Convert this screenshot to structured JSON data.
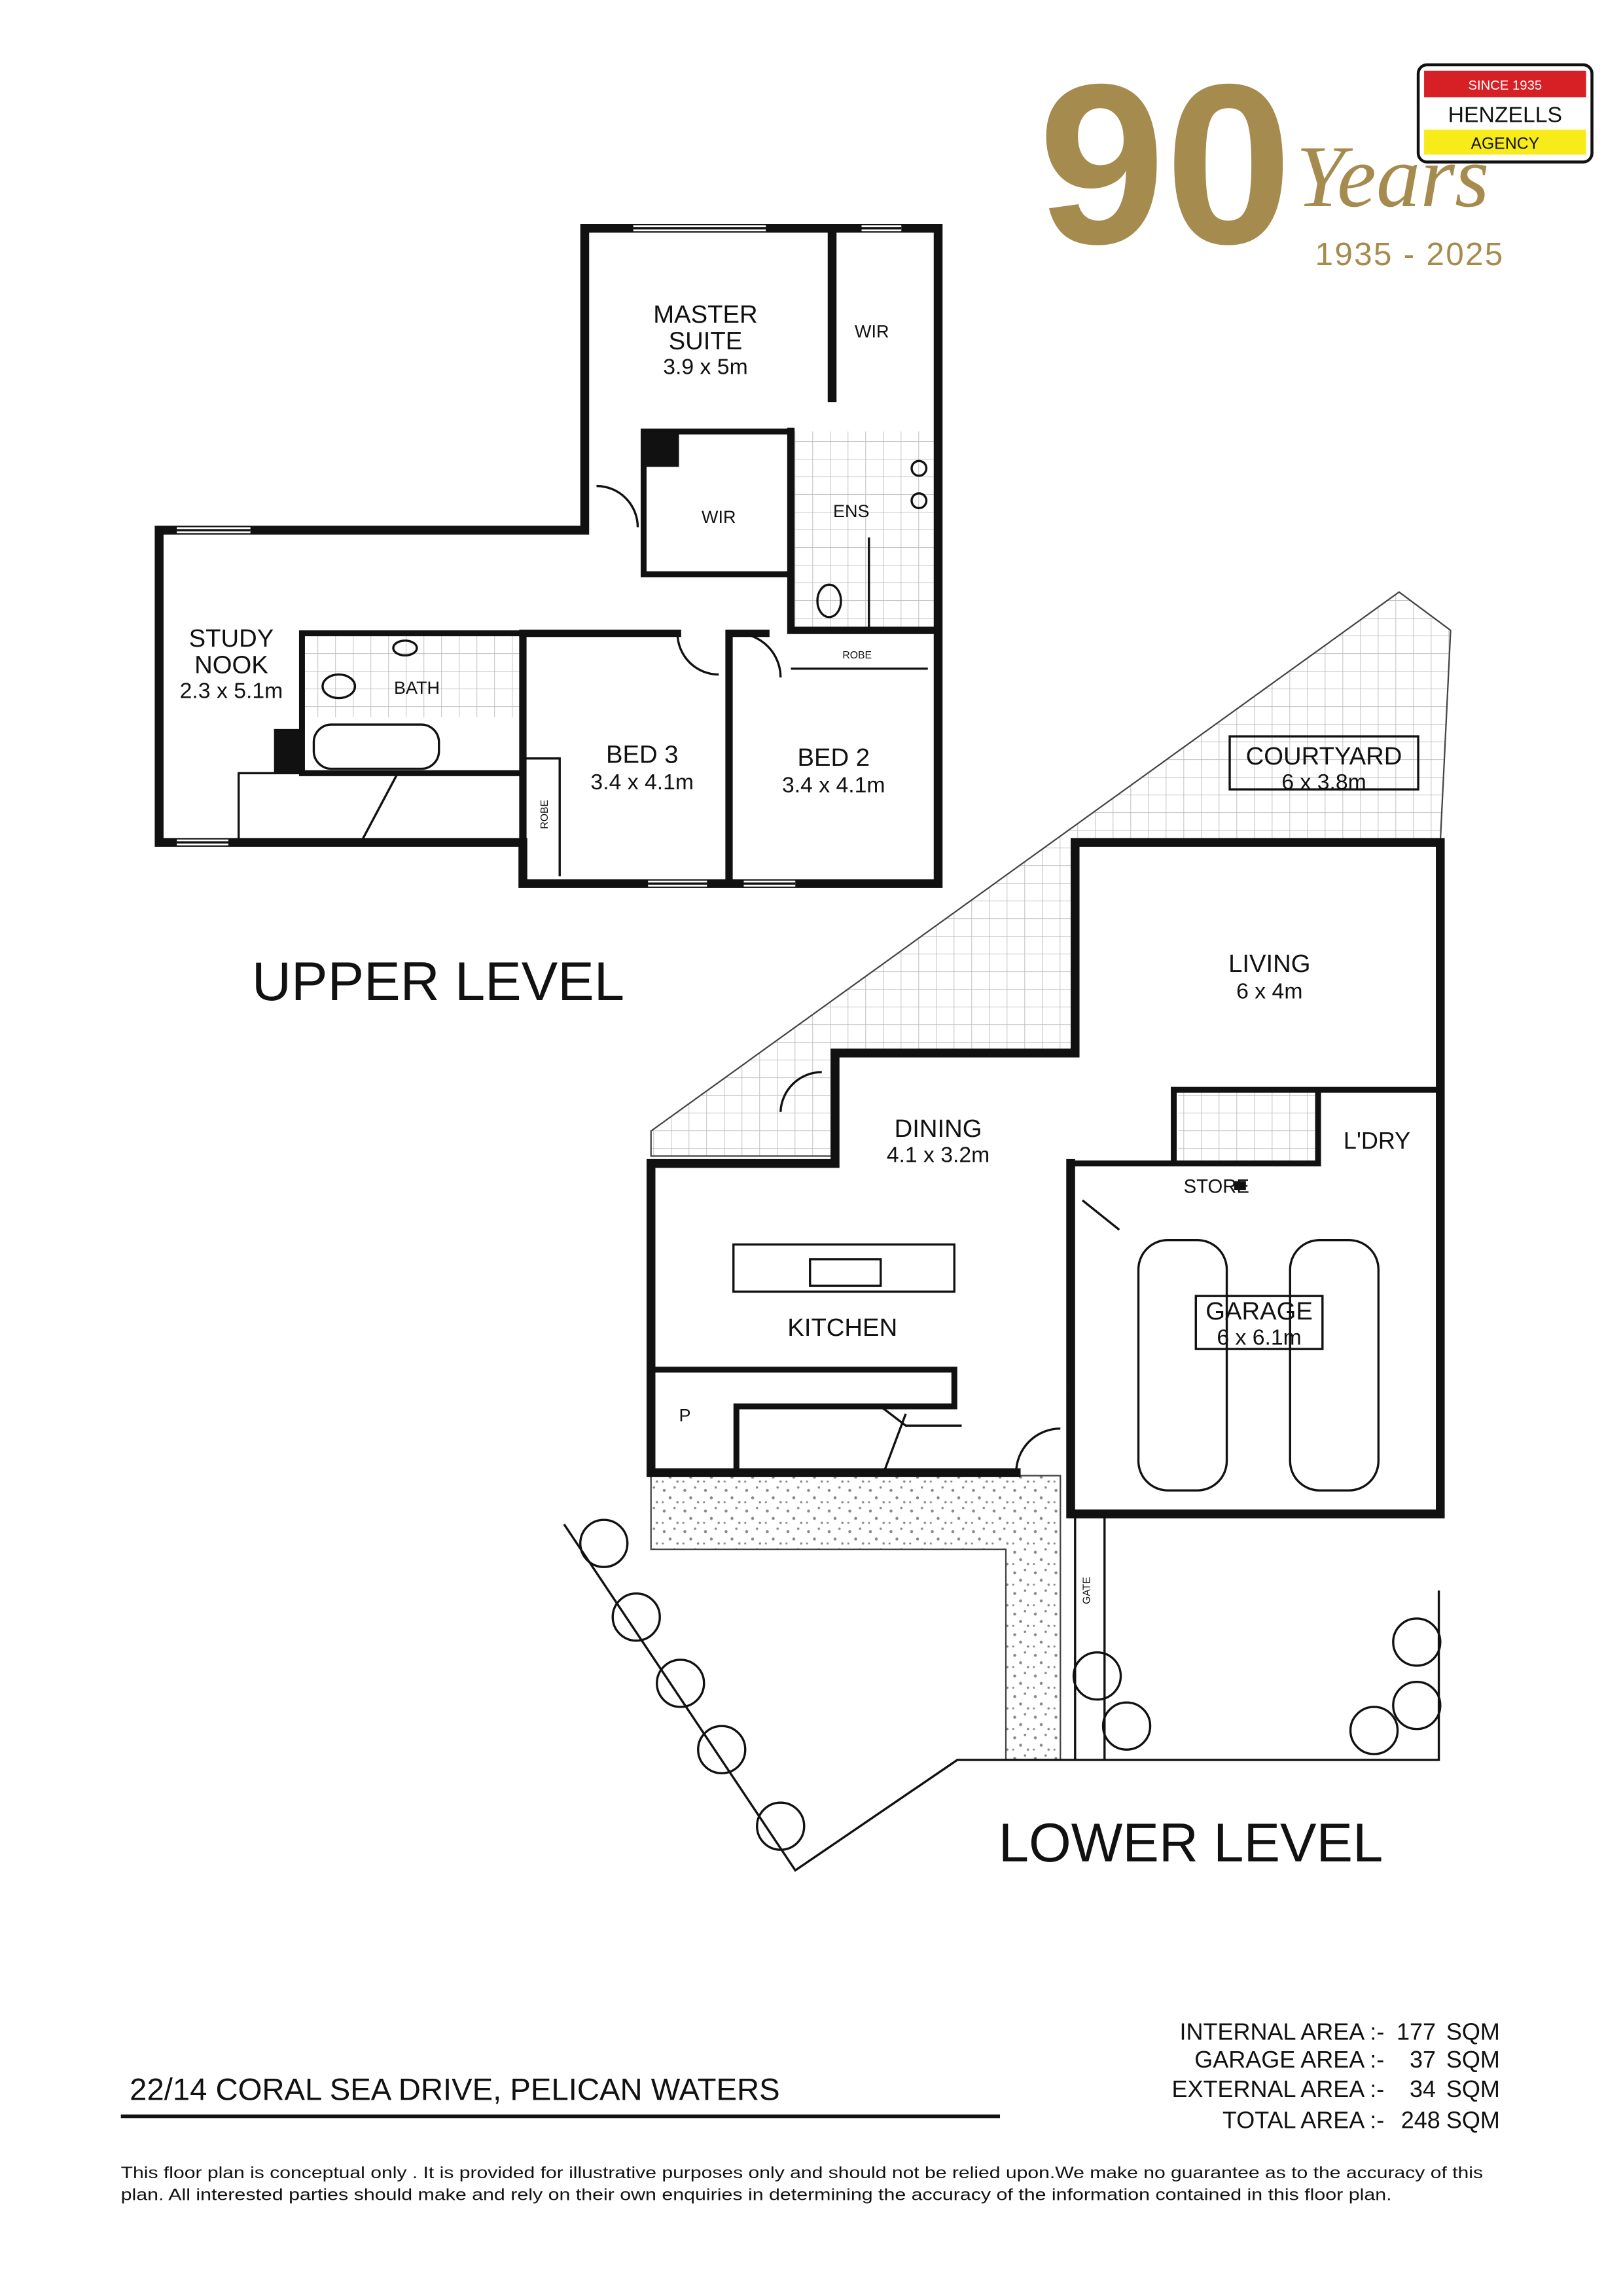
{
  "logo": {
    "big_number": "90",
    "script": "Years",
    "years": "1935 - 2025",
    "badge_top": "SINCE 1935",
    "badge_name": "HENZELLS",
    "badge_sub": "AGENCY",
    "gold": "#a68b4f",
    "red": "#d71f26",
    "yellow": "#f7eb1a"
  },
  "upper": {
    "title": "UPPER LEVEL",
    "rooms": {
      "master": {
        "name": "MASTER",
        "name2": "SUITE",
        "size": "3.9 x 5m"
      },
      "wir1": "WIR",
      "wir2": "WIR",
      "ens": "ENS",
      "study": {
        "name": "STUDY",
        "name2": "NOOK",
        "size": "2.3 x 5.1m"
      },
      "bath": "BATH",
      "robe1": "ROBE",
      "robe2": "ROBE",
      "bed3": {
        "name": "BED 3",
        "size": "3.4 x 4.1m"
      },
      "bed2": {
        "name": "BED 2",
        "size": "3.4 x 4.1m"
      }
    }
  },
  "lower": {
    "title": "LOWER LEVEL",
    "rooms": {
      "courtyard": {
        "name": "COURTYARD",
        "size": "6 x 3.8m"
      },
      "living": {
        "name": "LIVING",
        "size": "6 x 4m"
      },
      "dining": {
        "name": "DINING",
        "size": "4.1 x 3.2m"
      },
      "kitchen": "KITCHEN",
      "ldry": "L'DRY",
      "store": "STORE",
      "pantry": "P",
      "gate": "GATE",
      "garage": {
        "name": "GARAGE",
        "size": "6 x 6.1m"
      }
    }
  },
  "address": "22/14 CORAL SEA DRIVE, PELICAN WATERS",
  "areas": [
    {
      "label": "INTERNAL AREA :-",
      "value": "177",
      "unit": "SQM"
    },
    {
      "label": "GARAGE AREA :-",
      "value": "37",
      "unit": "SQM"
    },
    {
      "label": "EXTERNAL AREA :-",
      "value": "34",
      "unit": "SQM"
    },
    {
      "label": "TOTAL AREA :-",
      "value": "248",
      "unit": "SQM"
    }
  ],
  "disclaimer_1": "This floor plan  is conceptual only . It is provided for illustrative purposes only and should not be relied upon.We make no guarantee as to the accuracy of this",
  "disclaimer_2": "plan. All interested parties should make and rely on their own enquiries in determining the accuracy of the information contained in this floor plan."
}
